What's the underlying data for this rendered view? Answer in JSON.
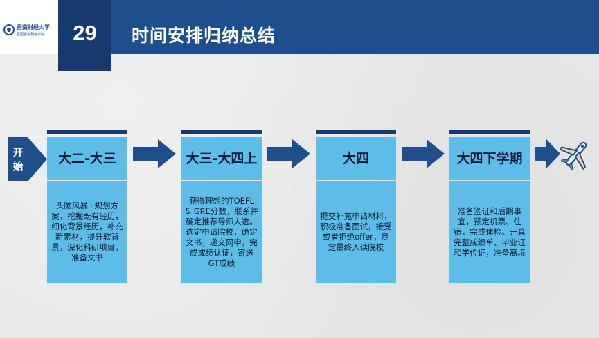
{
  "header": {
    "slide_number": "29",
    "title": "时间安排归纳总结",
    "logo_name": "西南财经大学",
    "logo_sub": "互国留学预备学院"
  },
  "start_label": "开始",
  "stages": [
    {
      "title": "大二-大三",
      "body": "头脑风暴+规划方案，挖掘既有经历，细化背景经历，补充新素材，提升软背景，深化科研项目，准备文书"
    },
    {
      "title": "大三-大四上",
      "body": "获得理想的TOEFL & GRE分数，联系并确定推荐导师人选。选定申请院校，确定文书，递交网申，完成成绩认证，寄送GT成绩"
    },
    {
      "title": "大四",
      "body": "提交补充申请材料，积极准备面试，接受或者拒绝offer，商定最终入读院校"
    },
    {
      "title": "大四下学期",
      "body": "准备签证和后期事宜，预定机票、住宿，完成体检。开具完整成绩单、毕业证和学位证，准备离境"
    }
  ],
  "icons": {
    "arrow": "right-arrow-icon",
    "plane": "airplane-icon",
    "seal": "university-seal-icon"
  },
  "colors": {
    "header_bar": "#1f4e8c",
    "number_box": "#163a6e",
    "stage_fill": "#5dbde8",
    "arrow": "#1f4e8c",
    "background": "#e8e8e8"
  }
}
